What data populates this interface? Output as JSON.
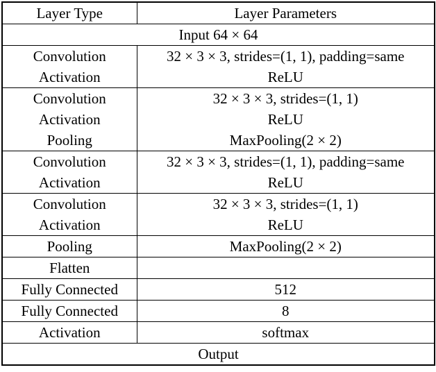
{
  "table": {
    "header": {
      "layer_type": "Layer Type",
      "layer_parameters": "Layer Parameters"
    },
    "rows": [
      {
        "span": "full",
        "text": "Input 64 × 64"
      },
      {
        "type": [
          "Convolution",
          "Activation"
        ],
        "params": [
          "32 × 3 × 3, strides=(1, 1), padding=same",
          "ReLU"
        ]
      },
      {
        "type": [
          "Convolution",
          "Activation",
          "Pooling"
        ],
        "params": [
          "32 × 3 × 3, strides=(1, 1)",
          "ReLU",
          "MaxPooling(2 × 2)"
        ]
      },
      {
        "type": [
          "Convolution",
          "Activation"
        ],
        "params": [
          "32 × 3 × 3, strides=(1, 1), padding=same",
          "ReLU"
        ]
      },
      {
        "type": [
          "Convolution",
          "Activation"
        ],
        "params": [
          "32 × 3 × 3, strides=(1, 1)",
          "ReLU"
        ]
      },
      {
        "type": [
          "Pooling"
        ],
        "params": [
          "MaxPooling(2 × 2)"
        ]
      },
      {
        "type": [
          "Flatten"
        ],
        "params": [
          ""
        ]
      },
      {
        "type": [
          "Fully Connected"
        ],
        "params": [
          "512"
        ]
      },
      {
        "type": [
          "Fully Connected"
        ],
        "params": [
          "8"
        ]
      },
      {
        "type": [
          "Activation"
        ],
        "params": [
          "softmax"
        ]
      },
      {
        "span": "full",
        "text": "Output"
      }
    ]
  }
}
